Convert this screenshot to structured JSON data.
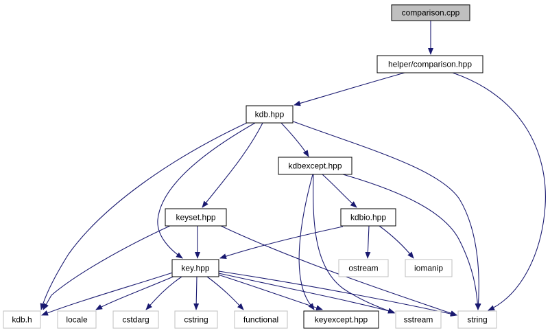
{
  "graph": {
    "colors": {
      "edge": "#191970",
      "root_fill": "#bfbfbf",
      "external_border": "#bfbfbf",
      "border": "#000000"
    },
    "nodes": [
      {
        "id": "comparison_cpp",
        "label": "comparison.cpp",
        "kind": "root"
      },
      {
        "id": "helper_comparison_hpp",
        "label": "helper/comparison.hpp",
        "kind": "internal"
      },
      {
        "id": "kdb_hpp",
        "label": "kdb.hpp",
        "kind": "internal"
      },
      {
        "id": "kdbexcept_hpp",
        "label": "kdbexcept.hpp",
        "kind": "internal"
      },
      {
        "id": "keyset_hpp",
        "label": "keyset.hpp",
        "kind": "internal"
      },
      {
        "id": "kdbio_hpp",
        "label": "kdbio.hpp",
        "kind": "internal"
      },
      {
        "id": "key_hpp",
        "label": "key.hpp",
        "kind": "internal"
      },
      {
        "id": "ostream",
        "label": "ostream",
        "kind": "external"
      },
      {
        "id": "iomanip",
        "label": "iomanip",
        "kind": "external"
      },
      {
        "id": "kdb_h",
        "label": "kdb.h",
        "kind": "external"
      },
      {
        "id": "locale",
        "label": "locale",
        "kind": "external"
      },
      {
        "id": "cstdarg",
        "label": "cstdarg",
        "kind": "external"
      },
      {
        "id": "cstring",
        "label": "cstring",
        "kind": "external"
      },
      {
        "id": "functional",
        "label": "functional",
        "kind": "external"
      },
      {
        "id": "keyexcept_hpp",
        "label": "keyexcept.hpp",
        "kind": "internal"
      },
      {
        "id": "sstream",
        "label": "sstream",
        "kind": "external"
      },
      {
        "id": "string",
        "label": "string",
        "kind": "external"
      }
    ],
    "edges": [
      {
        "from": "comparison_cpp",
        "to": "helper_comparison_hpp"
      },
      {
        "from": "helper_comparison_hpp",
        "to": "kdb_hpp"
      },
      {
        "from": "helper_comparison_hpp",
        "to": "string"
      },
      {
        "from": "kdb_hpp",
        "to": "kdbexcept_hpp"
      },
      {
        "from": "kdb_hpp",
        "to": "keyset_hpp"
      },
      {
        "from": "kdb_hpp",
        "to": "key_hpp"
      },
      {
        "from": "kdb_hpp",
        "to": "kdb_h"
      },
      {
        "from": "kdb_hpp",
        "to": "string"
      },
      {
        "from": "kdbexcept_hpp",
        "to": "kdbio_hpp"
      },
      {
        "from": "kdbexcept_hpp",
        "to": "keyexcept_hpp"
      },
      {
        "from": "kdbexcept_hpp",
        "to": "sstream"
      },
      {
        "from": "kdbexcept_hpp",
        "to": "string"
      },
      {
        "from": "keyset_hpp",
        "to": "key_hpp"
      },
      {
        "from": "keyset_hpp",
        "to": "kdb_h"
      },
      {
        "from": "keyset_hpp",
        "to": "string"
      },
      {
        "from": "kdbio_hpp",
        "to": "key_hpp"
      },
      {
        "from": "kdbio_hpp",
        "to": "ostream"
      },
      {
        "from": "kdbio_hpp",
        "to": "iomanip"
      },
      {
        "from": "key_hpp",
        "to": "kdb_h"
      },
      {
        "from": "key_hpp",
        "to": "locale"
      },
      {
        "from": "key_hpp",
        "to": "cstdarg"
      },
      {
        "from": "key_hpp",
        "to": "cstring"
      },
      {
        "from": "key_hpp",
        "to": "functional"
      },
      {
        "from": "key_hpp",
        "to": "keyexcept_hpp"
      },
      {
        "from": "key_hpp",
        "to": "sstream"
      },
      {
        "from": "key_hpp",
        "to": "string"
      }
    ]
  }
}
